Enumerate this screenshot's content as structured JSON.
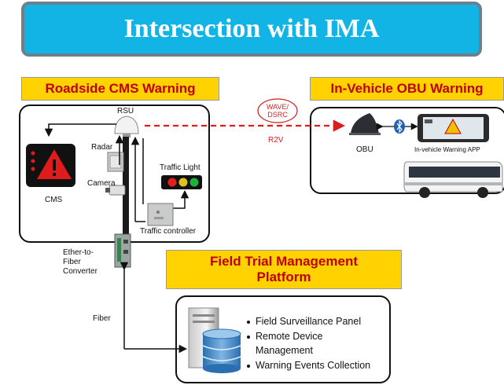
{
  "title": "Intersection with IMA",
  "sections": {
    "roadside": "Roadside CMS Warning",
    "in_vehicle": "In-Vehicle OBU Warning",
    "platform_line1": "Field Trial Management",
    "platform_line2": "Platform"
  },
  "roadside": {
    "rsu": "RSU",
    "radar": "Radar",
    "camera": "Camera",
    "cms": "CMS",
    "traffic_light": "Traffic Light",
    "traffic_controller": "Traffic controller"
  },
  "link": {
    "wave_line1": "WAVE/",
    "wave_line2": "DSRC",
    "r2v": "R2V"
  },
  "vehicle": {
    "obu": "OBU",
    "app": "In-vehicle  Warning APP"
  },
  "converter": {
    "line1": "Ether-to-",
    "line2": "Fiber",
    "line3": "Converter"
  },
  "fiber": "Fiber",
  "platform_items": [
    "Field Surveillance Panel",
    "Remote Device",
    "Management",
    "Warning Events Collection"
  ],
  "colors": {
    "banner": "#12b4e6",
    "label_bg": "#ffd200",
    "label_text": "#c00000",
    "r2v_link": "#d62020"
  }
}
